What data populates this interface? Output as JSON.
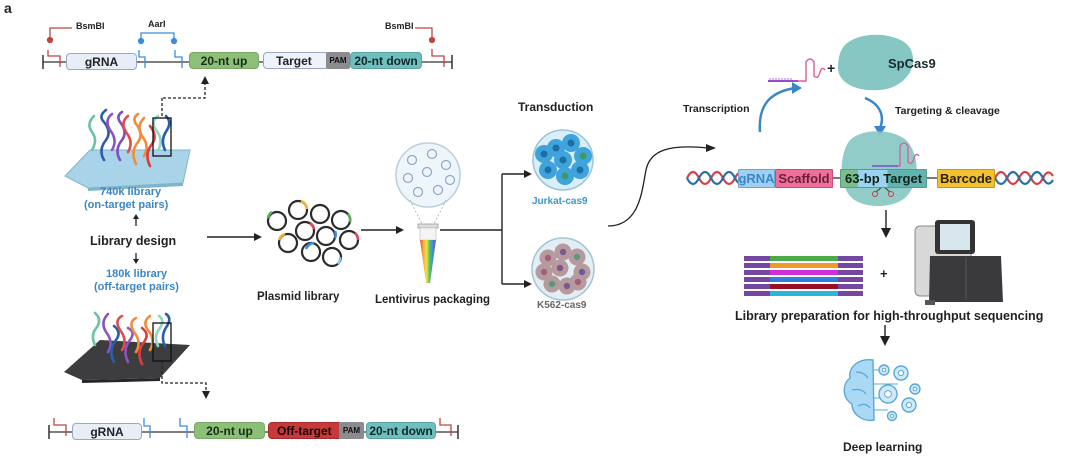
{
  "figure": {
    "panel_label": "a"
  },
  "construct_top": {
    "sites": [
      "BsmBI",
      "AarI",
      "BsmBI"
    ],
    "segments": [
      {
        "label": "gRNA",
        "color": "#e8eef8"
      },
      {
        "label": "20-nt up",
        "color": "#8cc079"
      },
      {
        "label": "Target",
        "color": "#eef2fb"
      },
      {
        "label": "PAM",
        "color": "#8b8b90"
      },
      {
        "label": "20-nt down",
        "color": "#6fbfbe"
      }
    ]
  },
  "construct_bottom": {
    "segments": [
      {
        "label": "gRNA",
        "color": "#e8eef8"
      },
      {
        "label": "20-nt up",
        "color": "#8cc079"
      },
      {
        "label": "Off-target",
        "color": "#c8393a"
      },
      {
        "label": "PAM",
        "color": "#8b8b90"
      },
      {
        "label": "20-nt down",
        "color": "#6fbfbe"
      }
    ]
  },
  "library": {
    "on_target": {
      "line1": "740k library",
      "line2": "(on-target pairs)"
    },
    "design_label": "Library design",
    "off_target": {
      "line1": "180k library",
      "line2": "(off-target pairs)"
    }
  },
  "steps": {
    "plasmid": "Plasmid library",
    "lentivirus": "Lentivirus packaging",
    "transduction": "Transduction",
    "jurkat": "Jurkat-cas9",
    "k562": "K562-cas9",
    "transcription": "Transcription",
    "spcas9": "SpCas9",
    "plus": "+",
    "targeting": "Targeting & cleavage",
    "sequencing": "Library preparation for high-throughput sequencing",
    "deep_learning": "Deep learning"
  },
  "integrated_construct": {
    "segments": [
      {
        "label": "gRNA",
        "color": "#9fd0f2"
      },
      {
        "label": "Scaffold",
        "color": "#ee6f97"
      },
      {
        "label": "63-bp Target",
        "color": "#7cbd8c"
      },
      {
        "label": "Barcode",
        "color": "#f2c230"
      }
    ]
  },
  "colors": {
    "accent_blue": "#3b86c6",
    "restriction_red": "#c0443f",
    "aari_blue": "#3a8de0",
    "cas9_teal": "#86c7c3"
  }
}
